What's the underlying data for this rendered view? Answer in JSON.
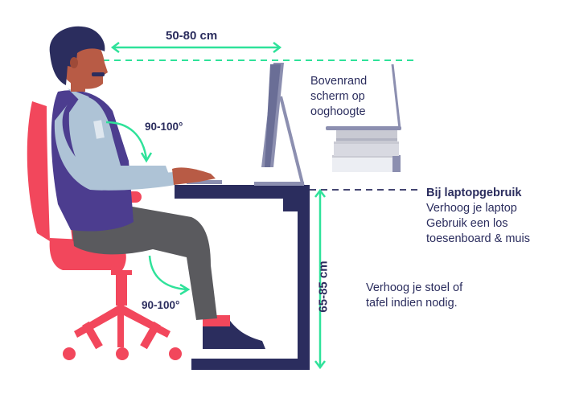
{
  "distance_label": "50-80 cm",
  "screen_note": {
    "lines": [
      "Bovenrand",
      "scherm op",
      "ooghoogte"
    ]
  },
  "laptop_note": {
    "title": "Bij laptopgebruik",
    "lines": [
      "Verhoog je laptop",
      "Gebruik een los",
      "toesenboard & muis"
    ]
  },
  "angle_elbow": "90-100°",
  "angle_knee": "90-100°",
  "desk_height_label": "65-85 cm",
  "chair_note": {
    "lines": [
      "Verhoog je stoel of",
      "tafel indien nodig."
    ]
  },
  "colors": {
    "navy": "#2b2d5e",
    "green": "#2fe29a",
    "chair": "#f2475c",
    "vest": "#4c3d8f",
    "shirt": "#aec3d6",
    "skin": "#b85b45",
    "trousers": "#5a5a5e",
    "monitor": "#8c8fb0",
    "book_grey": "#c9cad3",
    "book_white": "#eceef3"
  }
}
